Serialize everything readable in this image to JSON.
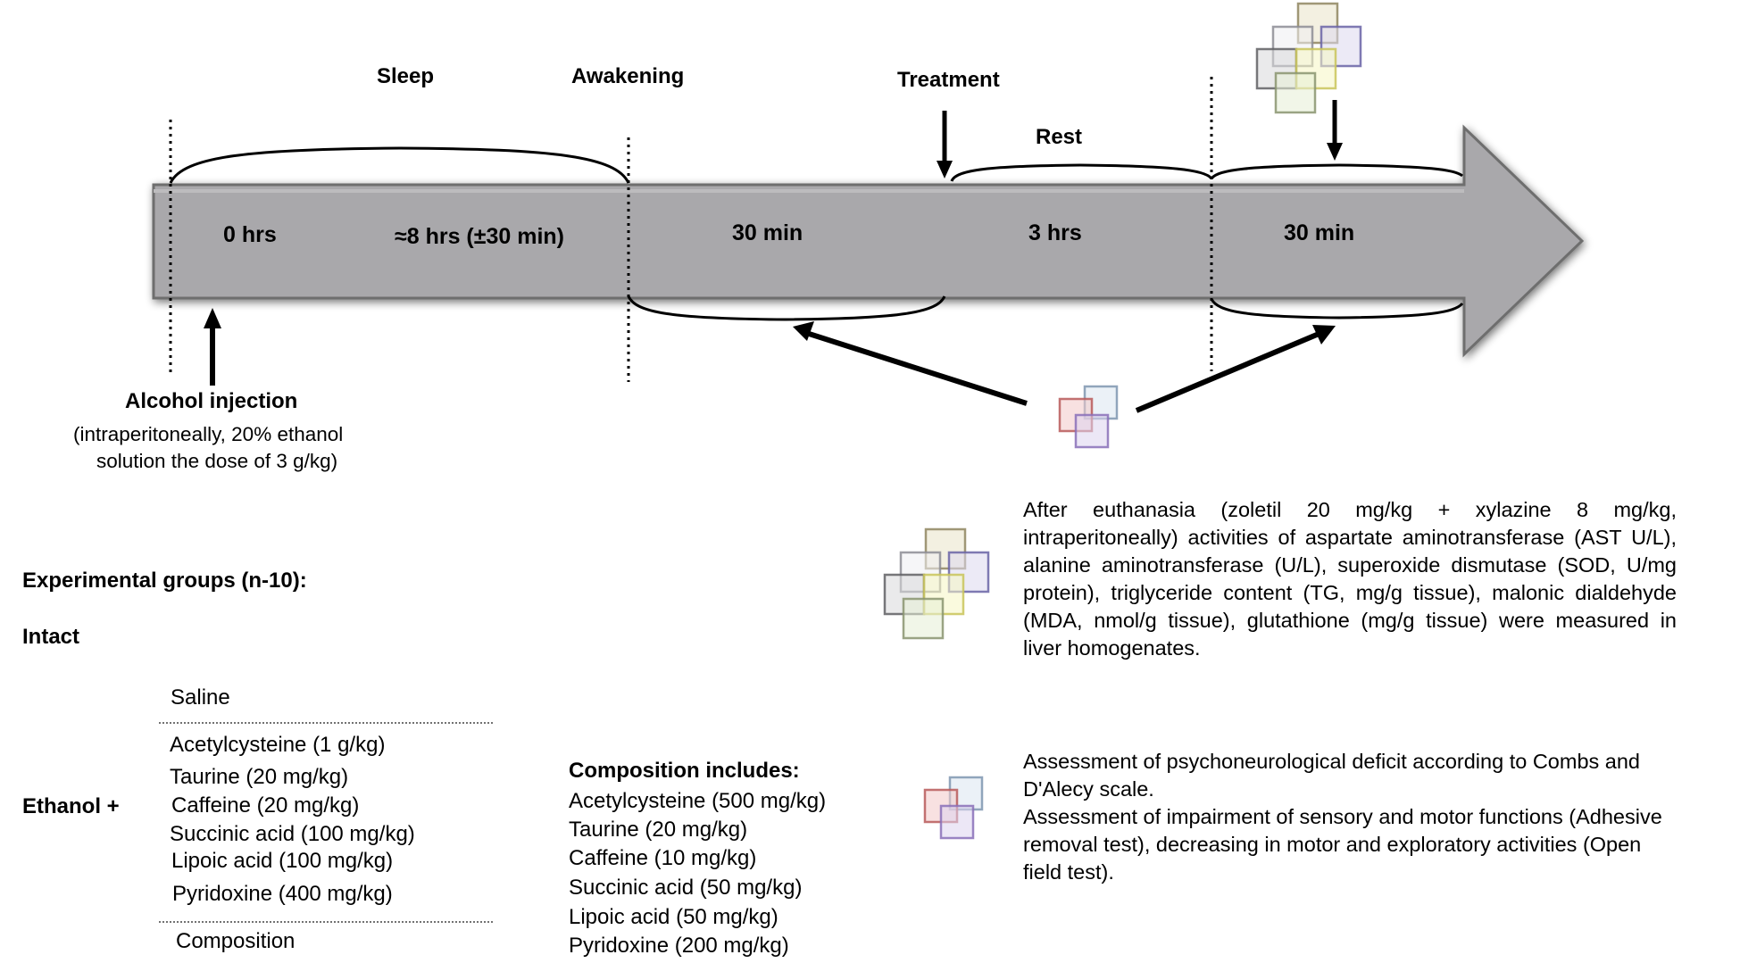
{
  "timeline": {
    "phases_top": [
      "Sleep",
      "Awakening",
      "Treatment",
      "Rest"
    ],
    "bar_labels": [
      "0 hrs",
      "≈8 hrs (±30 min)",
      "30 min",
      "3 hrs",
      "30 min"
    ],
    "injection": {
      "title": "Alcohol  injection",
      "line1": "(intraperitoneally,  20% ethanol",
      "line2": "solution  the dose of  3 g/kg)"
    }
  },
  "groups": {
    "heading": "Experimental  groups  (n-10):",
    "intact": "Intact",
    "ethanol": "Ethanol  +",
    "saline": "Saline",
    "treatments": [
      "Acetylcysteine  (1 g/kg)",
      "Taurine  (20 mg/kg)",
      "Caffeine  (20 mg/kg)",
      "Succinic acid (100 mg/kg)",
      "Lipoic acid (100 mg/kg)",
      "Pyridoxine  (400 mg/kg)"
    ],
    "composition": "Composition"
  },
  "composition": {
    "heading": "Composition  includes:",
    "items": [
      "Acetylcysteine  (500 mg/kg)",
      "Taurine  (20 mg/kg)",
      "Caffeine  (10 mg/kg)",
      "Succinic acid  (50 mg/kg)",
      "Lipoic acid  (50 mg/kg)",
      "Pyridoxine  (200 mg/kg)"
    ]
  },
  "legend": {
    "biochem": "After euthanasia (zoletil 20 mg/kg + xylazine 8 mg/kg, intraperitoneally) activities of aspartate aminotransferase (AST U/L), alanine aminotransferase (U/L), superoxide dismutase (SOD, U/mg protein), triglyceride content (TG, mg/g tissue), malonic dialdehyde (MDA, nmol/g tissue), glutathione (mg/g tissue) were measured in liver homogenates.",
    "behavior_1": "Assessment of psychoneurological deficit according to Combs and D'Alecy scale.",
    "behavior_2": "Assessment  of  impairment  of sensory  and motor functions (Adhesive removal test), decreasing in motor and  exploratory activities (Open field test)."
  },
  "colors": {
    "bar_fill": "#a9a8ab",
    "bar_edge": "#6e6e6e",
    "ink": "#000000"
  }
}
